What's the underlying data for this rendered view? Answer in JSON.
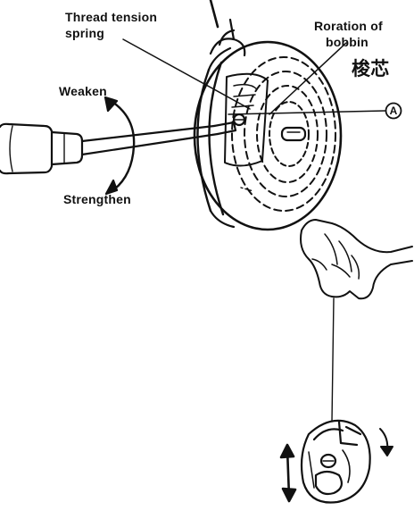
{
  "labels": {
    "thread_tension_line1": "Thread tension",
    "thread_tension_line2": "spring",
    "rotation_line1": "Roration of",
    "rotation_line2": "bobbin",
    "chinese": "梭芯",
    "weaken": "Weaken",
    "strengthen": "Strengthen",
    "marker_a": "A"
  },
  "colors": {
    "ink": "#111111",
    "paper": "#ffffff"
  }
}
